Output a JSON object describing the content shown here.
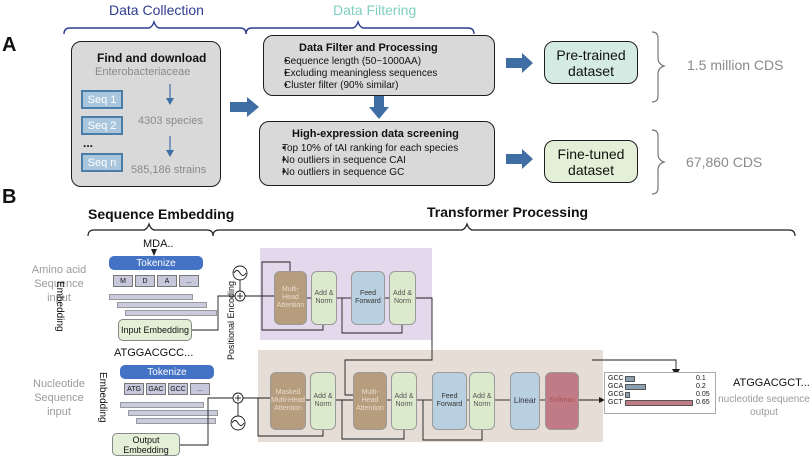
{
  "panel_a": {
    "label": "A",
    "data_collection_title": "Data Collection",
    "data_filtering_title": "Data Filtering",
    "find_title": "Find and download",
    "find_subtitle": "Enterobacteriaceae",
    "seq_items": [
      "Seq 1",
      "Seq 2",
      "...",
      "Seq n"
    ],
    "species_count": "4303 species",
    "strains_count": "585,186 strains",
    "filter_title": "Data Filter and Processing",
    "filter_bullets": [
      "Sequence length  (50~1000AA)",
      "Excluding meaningless sequences",
      "Cluster  filter  (90% similar)"
    ],
    "screen_title": "High-expression data screening",
    "screen_bullets": [
      "Top 10% of tAI ranking for each species",
      "No outliers in sequence CAI",
      "No outliers in sequence GC"
    ],
    "pretrained_label": "Pre-trained dataset",
    "finetuned_label": "Fine-tuned dataset",
    "pretrained_count": "1.5 million CDS",
    "finetuned_count": "67,860 CDS"
  },
  "panel_b": {
    "label": "B",
    "seq_embedding_title": "Sequence Embedding",
    "transformer_title": "Transformer Processing",
    "aa_input_label": "Amino acid Sequence input",
    "nt_input_label": "Nucleotide Sequence input",
    "embedding_label": "Embedding",
    "aa_seq": "MDA..",
    "nt_seq": "ATGGACGCC...",
    "tokenize_label": "Tokenize",
    "aa_tokens": [
      "M",
      "D",
      "A",
      "..."
    ],
    "nt_tokens": [
      "ATG",
      "GAC",
      "GCC",
      "..."
    ],
    "input_embedding": "Input Embedding",
    "output_embedding": "Output Embedding",
    "positional_encoding": "Positional Encoding",
    "mha": "Multi-Head Attention",
    "masked_mha": "Masked Multi-Head Attention",
    "add_norm": "Add & Norm",
    "feed_forward": "Feed Forward",
    "linear": "Linear",
    "softmax": "Softmax",
    "codon_labels": [
      "GCC",
      "GCA",
      "GCG",
      "GCT"
    ],
    "codon_probs": [
      0.1,
      0.2,
      0.05,
      0.65
    ],
    "codon_prob_text": [
      "0.1",
      "0.2",
      "0.05",
      "0.65"
    ],
    "output_seq": "ATGGACGCT...",
    "output_label": "nucleotide sequence output"
  },
  "colors": {
    "title_blue": "#2f3d8f",
    "title_teal": "#7fcfc0",
    "arrow_blue": "#3f6ea5",
    "gray_text": "#8a8a8a",
    "encoder_bg": "#e4d9ec",
    "decoder_bg": "#e5ddd6"
  }
}
